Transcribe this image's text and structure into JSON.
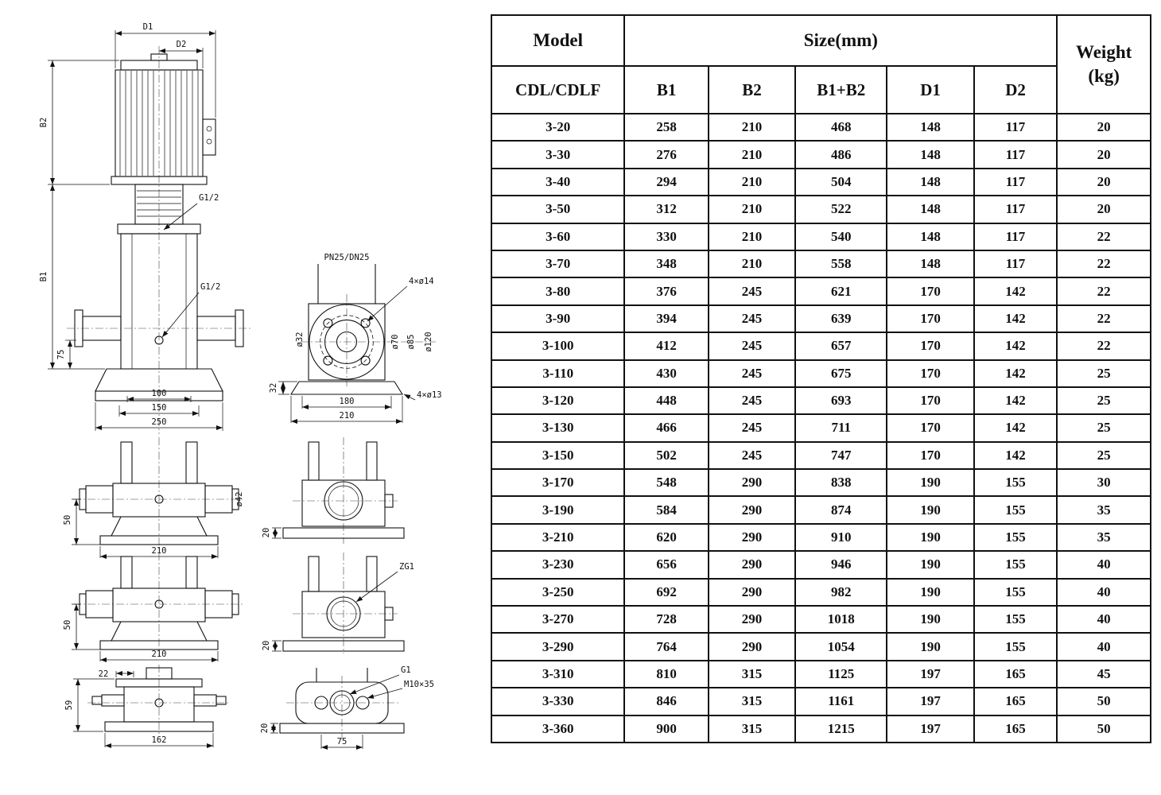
{
  "table": {
    "header": {
      "model": "Model",
      "size": "Size(mm)",
      "weight": "Weight",
      "weight_unit": "(kg)",
      "sub_model": "CDL/CDLF",
      "sub_cols": [
        "B1",
        "B2",
        "B1+B2",
        "D1",
        "D2"
      ]
    },
    "rows": [
      [
        "3-20",
        "258",
        "210",
        "468",
        "148",
        "117",
        "20"
      ],
      [
        "3-30",
        "276",
        "210",
        "486",
        "148",
        "117",
        "20"
      ],
      [
        "3-40",
        "294",
        "210",
        "504",
        "148",
        "117",
        "20"
      ],
      [
        "3-50",
        "312",
        "210",
        "522",
        "148",
        "117",
        "20"
      ],
      [
        "3-60",
        "330",
        "210",
        "540",
        "148",
        "117",
        "22"
      ],
      [
        "3-70",
        "348",
        "210",
        "558",
        "148",
        "117",
        "22"
      ],
      [
        "3-80",
        "376",
        "245",
        "621",
        "170",
        "142",
        "22"
      ],
      [
        "3-90",
        "394",
        "245",
        "639",
        "170",
        "142",
        "22"
      ],
      [
        "3-100",
        "412",
        "245",
        "657",
        "170",
        "142",
        "22"
      ],
      [
        "3-110",
        "430",
        "245",
        "675",
        "170",
        "142",
        "25"
      ],
      [
        "3-120",
        "448",
        "245",
        "693",
        "170",
        "142",
        "25"
      ],
      [
        "3-130",
        "466",
        "245",
        "711",
        "170",
        "142",
        "25"
      ],
      [
        "3-150",
        "502",
        "245",
        "747",
        "170",
        "142",
        "25"
      ],
      [
        "3-170",
        "548",
        "290",
        "838",
        "190",
        "155",
        "30"
      ],
      [
        "3-190",
        "584",
        "290",
        "874",
        "190",
        "155",
        "35"
      ],
      [
        "3-210",
        "620",
        "290",
        "910",
        "190",
        "155",
        "35"
      ],
      [
        "3-230",
        "656",
        "290",
        "946",
        "190",
        "155",
        "40"
      ],
      [
        "3-250",
        "692",
        "290",
        "982",
        "190",
        "155",
        "40"
      ],
      [
        "3-270",
        "728",
        "290",
        "1018",
        "190",
        "155",
        "40"
      ],
      [
        "3-290",
        "764",
        "290",
        "1054",
        "190",
        "155",
        "40"
      ],
      [
        "3-310",
        "810",
        "315",
        "1125",
        "197",
        "165",
        "45"
      ],
      [
        "3-330",
        "846",
        "315",
        "1161",
        "197",
        "165",
        "50"
      ],
      [
        "3-360",
        "900",
        "315",
        "1215",
        "197",
        "165",
        "50"
      ]
    ]
  },
  "drawing": {
    "labels": {
      "d1": "D1",
      "d2": "D2",
      "b2": "B2",
      "b1": "B1",
      "g12_top": "G1/2",
      "g12_mid": "G1/2",
      "dim75": "75",
      "dim100": "100",
      "dim150": "150",
      "dim250": "250",
      "pn": "PN25/DN25",
      "holes14": "4×ø14",
      "o32": "ø32",
      "o70": "ø70",
      "o85": "ø85",
      "o120": "ø120",
      "dim32": "32",
      "dim180": "180",
      "dim210_flange": "210",
      "holes13": "4×ø13",
      "o42": "ø42",
      "dim50_a": "50",
      "dim210_a": "210",
      "dim20_a": "20",
      "dim50_b": "50",
      "dim210_b": "210",
      "zg1": "ZG1",
      "dim20_b": "20",
      "dim22": "22",
      "dim59": "59",
      "dim162": "162",
      "g1": "G1",
      "m10": "M10×35",
      "dim20_c": "20",
      "dim75_b": "75"
    }
  }
}
